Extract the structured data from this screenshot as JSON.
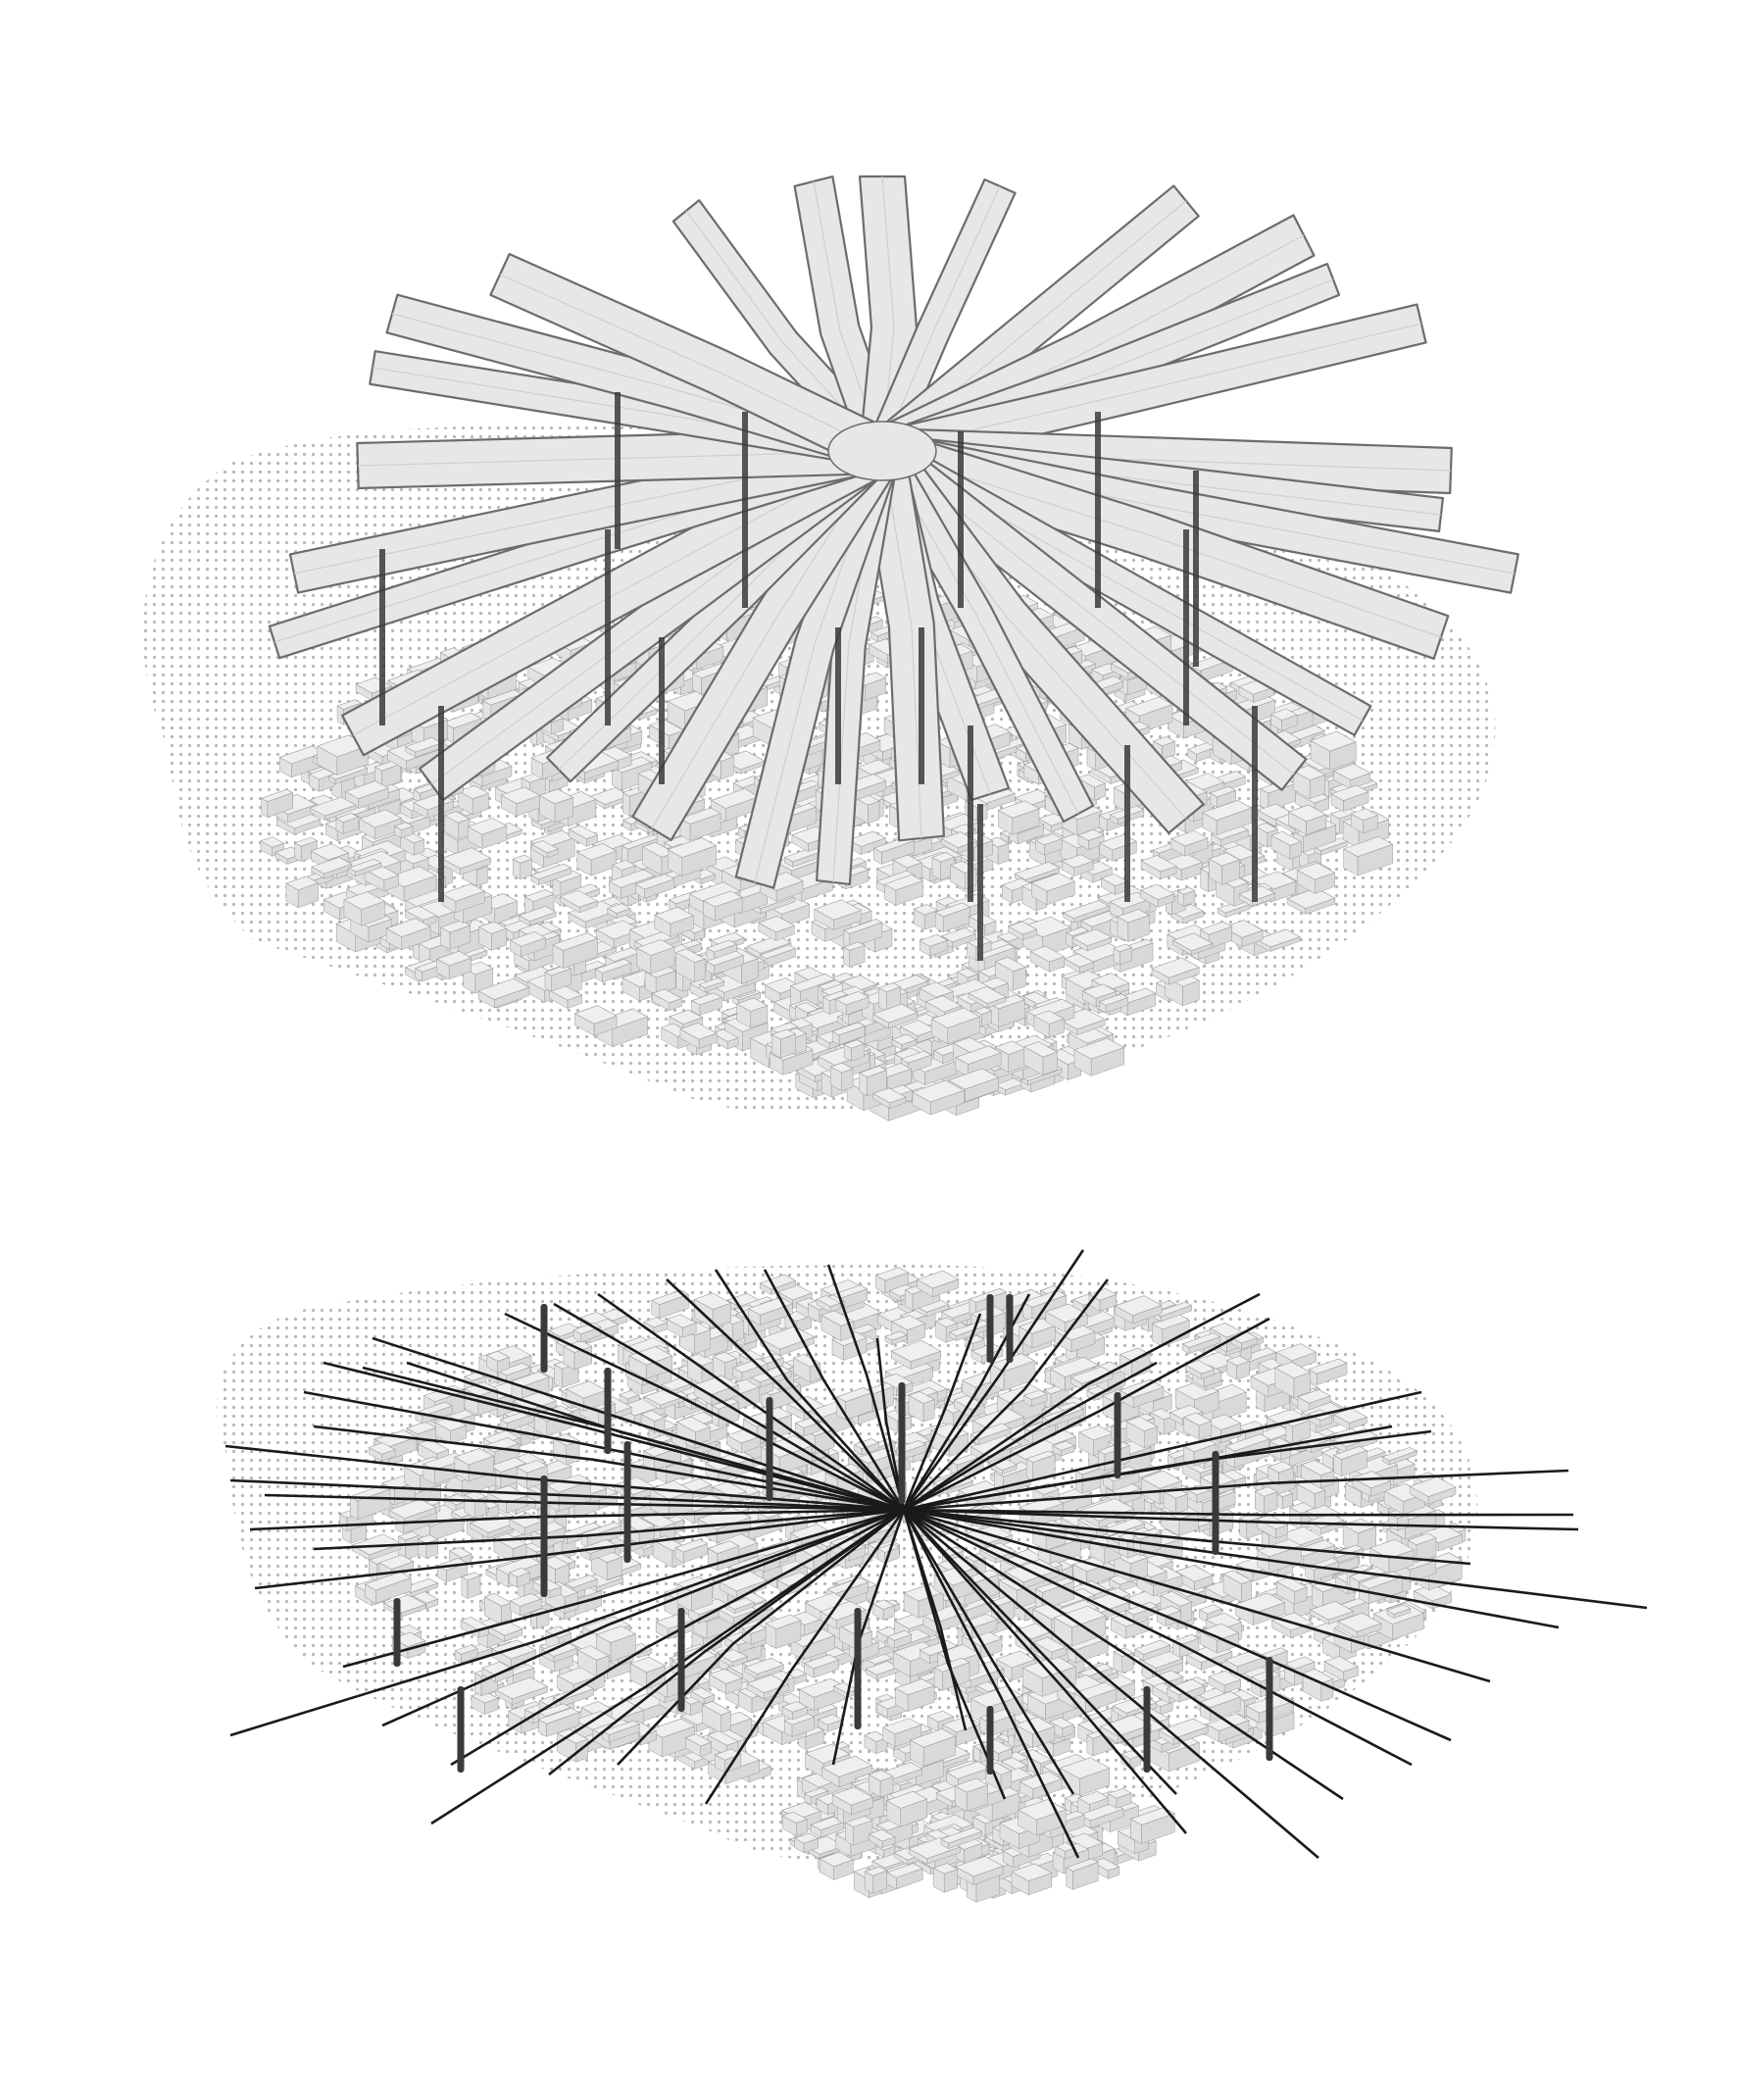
{
  "palette": {
    "background": "#ffffff",
    "city_shadow": "#d9d9d9",
    "city_building": "#efefef",
    "building_edge": "#9a9a9a",
    "canopy_fill": "#e7e7e7",
    "canopy_edge": "#6c6c6c",
    "line": "#1a1a1a",
    "pillar": "#3a3a3a",
    "dots": "#b8b8b8"
  },
  "panels": [
    {
      "id": "canopy-network",
      "style": "ribbons",
      "branch_count": 30,
      "pillar_count": 16
    },
    {
      "id": "line-network",
      "style": "lines",
      "branch_count": 56,
      "pillar_count": 17
    }
  ]
}
